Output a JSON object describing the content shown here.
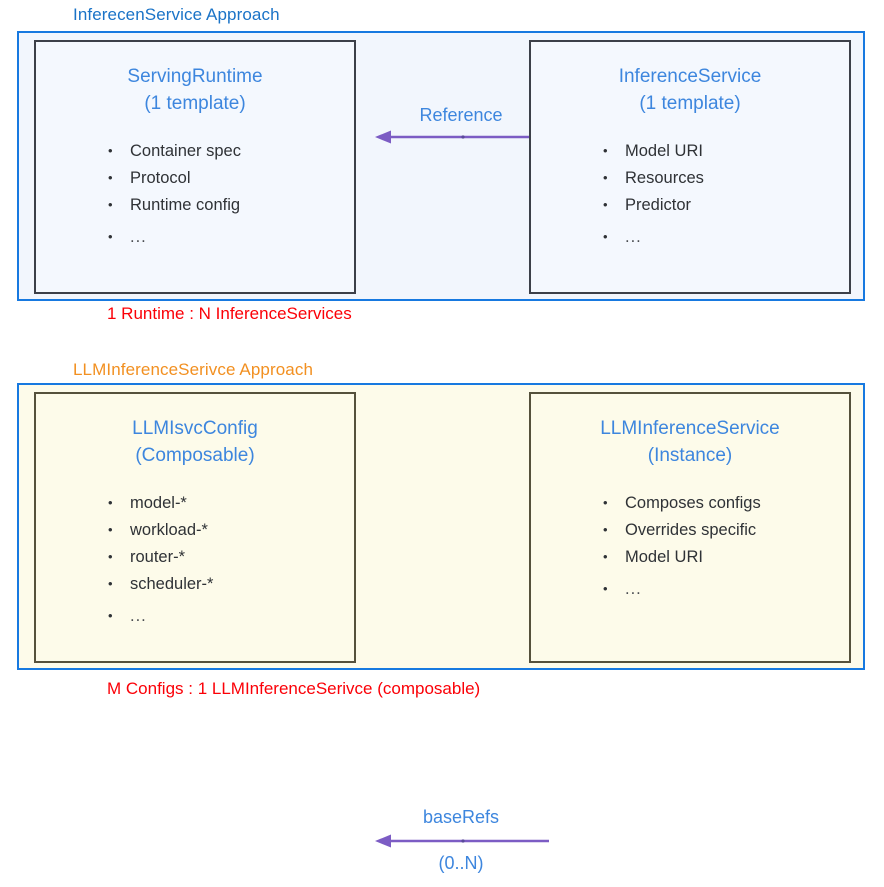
{
  "colors": {
    "panel_border": "#1779e0",
    "top_panel_fill": "#f2f6fd",
    "bottom_panel_fill": "#fdfbea",
    "top_card_border": "#3c4049",
    "bottom_card_border": "#55513c",
    "heading_blue": "#3d86de",
    "title_blue": "#1a73c7",
    "title_orange": "#f29021",
    "caption_red": "#fb0007",
    "arrow_purple": "#7c5cc4",
    "bullet_text": "#2f3236"
  },
  "sections": {
    "top": {
      "title": "InferecenService Approach",
      "caption": "1 Runtime : N InferenceServices",
      "connector": {
        "label_primary": "Reference",
        "label_secondary": "",
        "direction": "right-to-left",
        "arrow_icon": "left-arrow-icon"
      },
      "cards": [
        {
          "heading_line1": "ServingRuntime",
          "heading_line2": "(1 template)",
          "items": [
            "Container spec",
            "Protocol",
            "Runtime config",
            "..."
          ]
        },
        {
          "heading_line1": "InferenceService",
          "heading_line2": "(1 template)",
          "items": [
            "Model URI",
            "Resources",
            "Predictor",
            "..."
          ]
        }
      ]
    },
    "bottom": {
      "title": "LLMInferenceSerivce Approach",
      "caption": "M Configs : 1 LLMInferenceSerivce (composable)",
      "connector": {
        "label_primary": "baseRefs",
        "label_secondary": "(0..N)",
        "direction": "right-to-left",
        "arrow_icon": "left-arrow-icon"
      },
      "cards": [
        {
          "heading_line1": "LLMIsvcConfig",
          "heading_line2": "(Composable)",
          "items": [
            "model-*",
            "workload-*",
            "router-*",
            "scheduler-*",
            "..."
          ]
        },
        {
          "heading_line1": "LLMInferenceService",
          "heading_line2": "(Instance)",
          "items": [
            "Composes configs",
            "Overrides specific",
            "Model URI",
            "..."
          ]
        }
      ]
    }
  }
}
